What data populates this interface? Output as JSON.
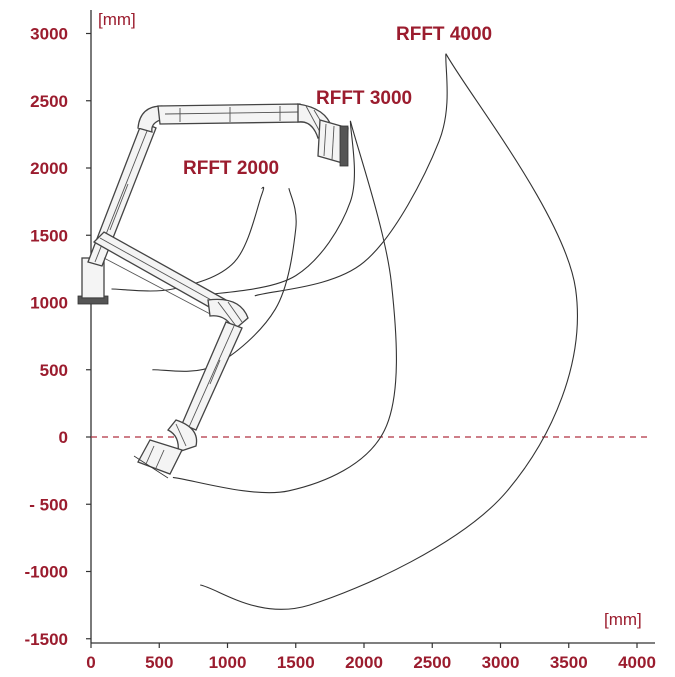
{
  "units": {
    "x": "[mm]",
    "y": "[mm]"
  },
  "x_ticks": [
    "0",
    "500",
    "1000",
    "1500",
    "2000",
    "2500",
    "3000",
    "3500",
    "4000"
  ],
  "y_ticks": [
    "3000",
    "2500",
    "2000",
    "1500",
    "1000",
    "500",
    "0",
    "- 500",
    "-1000",
    "-1500"
  ],
  "x_tick_values": [
    0,
    500,
    1000,
    1500,
    2000,
    2500,
    3000,
    3500,
    4000
  ],
  "y_tick_values": [
    3000,
    2500,
    2000,
    1500,
    1000,
    500,
    0,
    -500,
    -1000,
    -1500
  ],
  "curves": [
    {
      "label": "RFFT 2000",
      "points": [
        [
          150,
          1100
        ],
        [
          600,
          1100
        ],
        [
          1050,
          1300
        ],
        [
          1250,
          1800
        ],
        [
          1250,
          1850
        ]
      ],
      "inner": [
        [
          450,
          500
        ],
        [
          900,
          530
        ],
        [
          1350,
          950
        ],
        [
          1500,
          1550
        ],
        [
          1450,
          1850
        ]
      ]
    },
    {
      "label": "RFFT 3000",
      "points": [
        [
          800,
          1050
        ],
        [
          1500,
          1200
        ],
        [
          1900,
          1750
        ],
        [
          1900,
          2350
        ]
      ],
      "inner": [
        [
          600,
          -300
        ],
        [
          1450,
          -400
        ],
        [
          2150,
          50
        ],
        [
          2200,
          1150
        ],
        [
          1900,
          2350
        ]
      ]
    },
    {
      "label": "RFFT 4000",
      "points": [
        [
          1200,
          1050
        ],
        [
          2000,
          1300
        ],
        [
          2550,
          2200
        ],
        [
          2600,
          2850
        ]
      ],
      "inner": [
        [
          800,
          -1100
        ],
        [
          1600,
          -1250
        ],
        [
          3050,
          -400
        ],
        [
          3550,
          1100
        ],
        [
          2600,
          2850
        ]
      ]
    }
  ],
  "zero_line": {
    "y": 0,
    "x_from": 0,
    "x_to": 4000
  }
}
